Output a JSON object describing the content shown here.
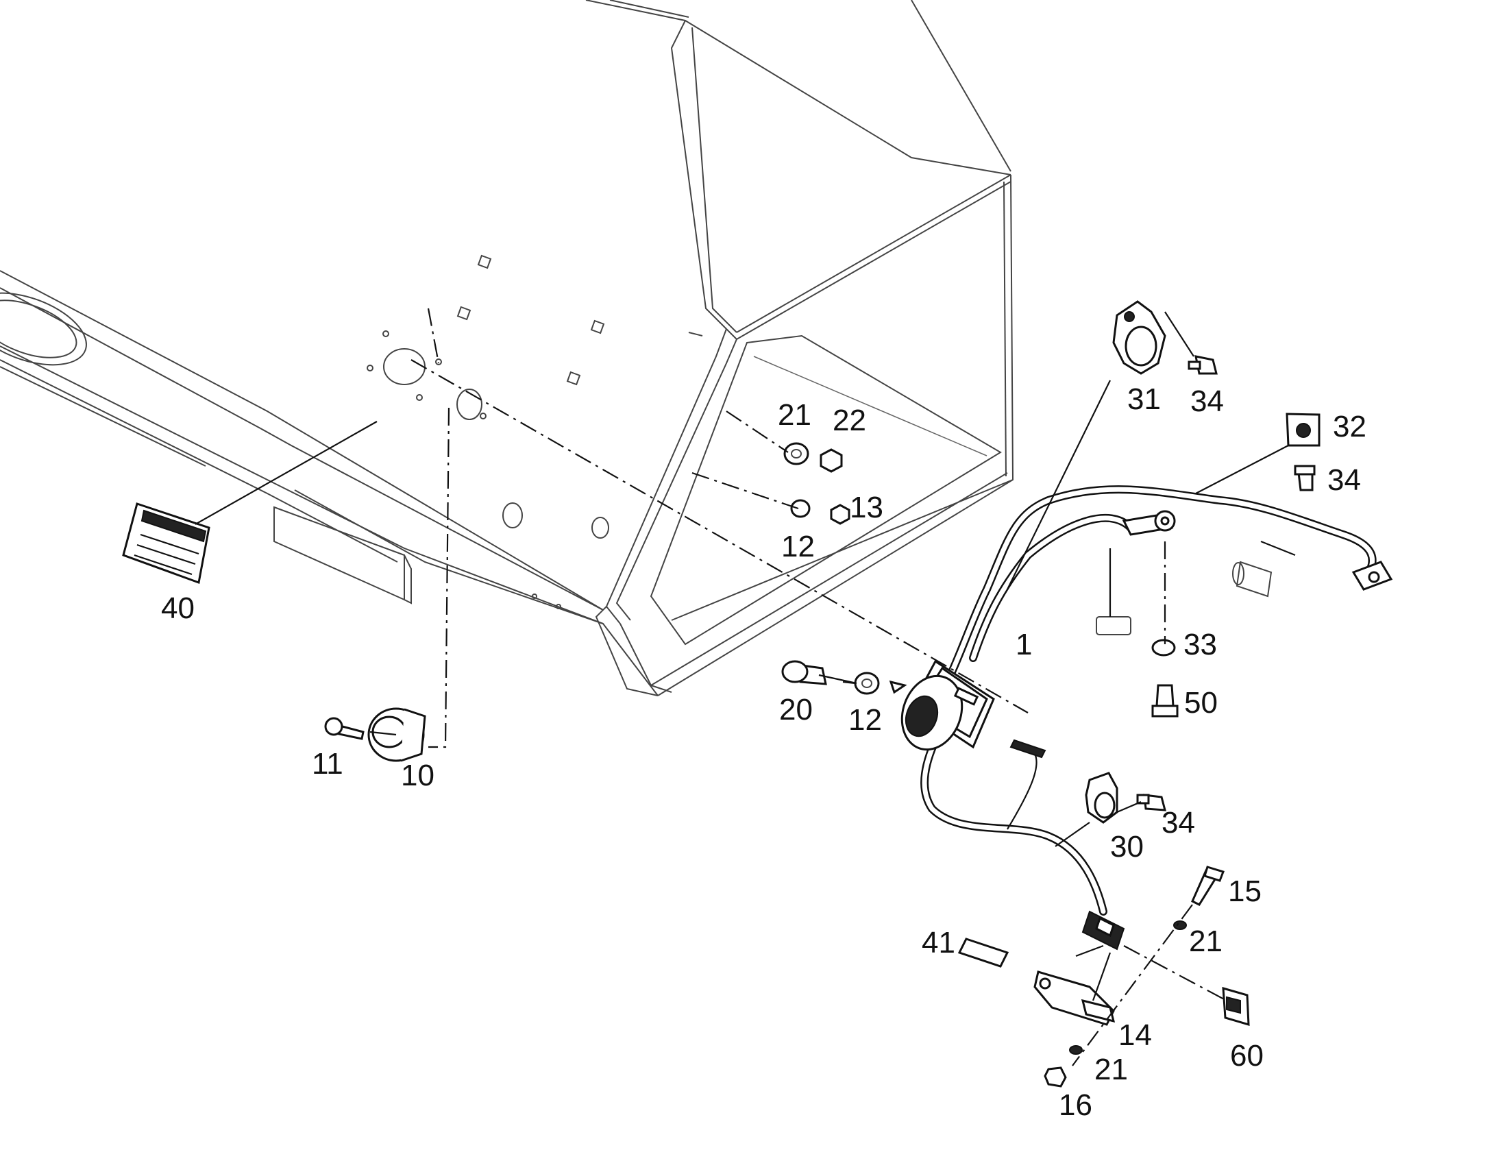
{
  "callouts": {
    "c1": "1",
    "c10": "10",
    "c11": "11",
    "c12a": "12",
    "c12b": "12",
    "c13": "13",
    "c14": "14",
    "c15": "15",
    "c16": "16",
    "c20": "20",
    "c21a": "21",
    "c21b": "21",
    "c21c": "21",
    "c22": "22",
    "c30": "30",
    "c31": "31",
    "c32": "32",
    "c33": "33",
    "c34a": "34",
    "c34b": "34",
    "c34c": "34",
    "c40": "40",
    "c41": "41",
    "c50": "50",
    "c60": "60"
  }
}
